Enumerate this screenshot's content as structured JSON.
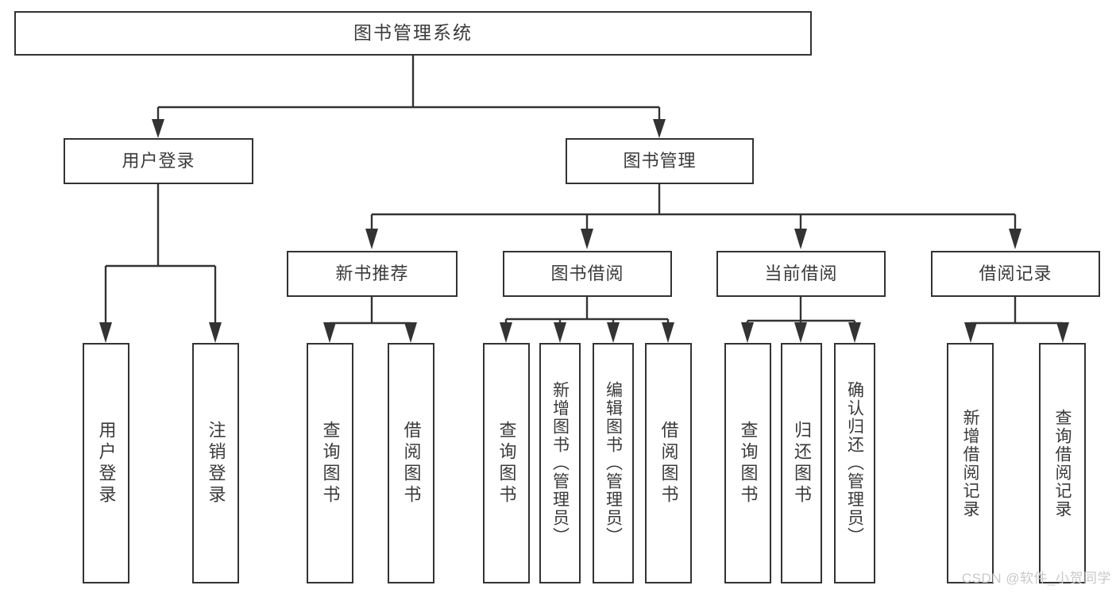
{
  "diagram": {
    "title": "图书管理系统",
    "type": "tree",
    "root": {
      "id": "root",
      "label": "图书管理系统"
    },
    "level1": [
      {
        "id": "user-login",
        "label": "用户登录"
      },
      {
        "id": "book-manage",
        "label": "图书管理"
      }
    ],
    "level2": [
      {
        "id": "new-book-rec",
        "label": "新书推荐",
        "parent": "book-manage"
      },
      {
        "id": "book-borrow",
        "label": "图书借阅",
        "parent": "book-manage"
      },
      {
        "id": "current-borrow",
        "label": "当前借阅",
        "parent": "book-manage"
      },
      {
        "id": "borrow-record",
        "label": "借阅记录",
        "parent": "book-manage"
      }
    ],
    "leaves": [
      {
        "id": "leaf-user-login",
        "label": "用户登录",
        "parent": "user-login"
      },
      {
        "id": "leaf-user-logout",
        "label": "注销登录",
        "parent": "user-login"
      },
      {
        "id": "leaf-query-book-1",
        "label": "查询图书",
        "parent": "new-book-rec"
      },
      {
        "id": "leaf-borrow-book-1",
        "label": "借阅图书",
        "parent": "new-book-rec"
      },
      {
        "id": "leaf-query-book-2",
        "label": "查询图书",
        "parent": "book-borrow"
      },
      {
        "id": "leaf-add-book",
        "label": "新增图书（管理员）",
        "parent": "book-borrow"
      },
      {
        "id": "leaf-edit-book",
        "label": "编辑图书（管理员）",
        "parent": "book-borrow"
      },
      {
        "id": "leaf-borrow-book-2",
        "label": "借阅图书",
        "parent": "book-borrow"
      },
      {
        "id": "leaf-query-book-3",
        "label": "查询图书",
        "parent": "current-borrow"
      },
      {
        "id": "leaf-return-book",
        "label": "归还图书",
        "parent": "current-borrow"
      },
      {
        "id": "leaf-confirm-return",
        "label": "确认归还（管理员）",
        "parent": "current-borrow"
      },
      {
        "id": "leaf-add-record",
        "label": "新增借阅记录",
        "parent": "borrow-record"
      },
      {
        "id": "leaf-query-record",
        "label": "查询借阅记录",
        "parent": "borrow-record"
      }
    ],
    "colors": {
      "box_border": "#333333",
      "box_fill": "#ffffff",
      "text": "#3a3a3a",
      "connector": "#333333",
      "watermark": "#c9c9c9"
    }
  },
  "watermark": {
    "text": "CSDN @软件_小贺同学"
  }
}
